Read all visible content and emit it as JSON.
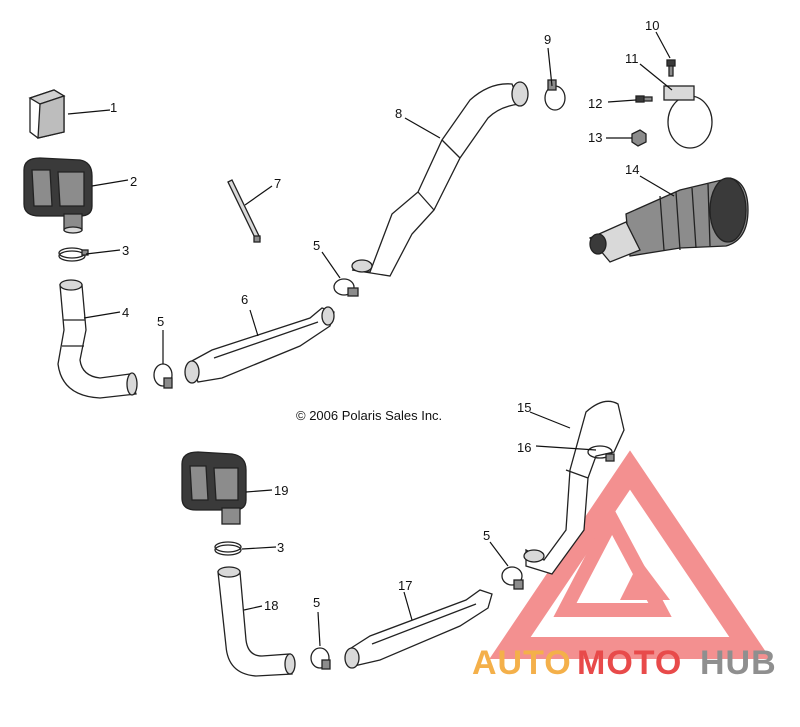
{
  "diagram": {
    "copyright": "© 2006 Polaris Sales Inc.",
    "callouts": [
      "1",
      "2",
      "3",
      "4",
      "5",
      "6",
      "7",
      "8",
      "9",
      "10",
      "11",
      "12",
      "13",
      "14",
      "5",
      "3",
      "15",
      "16",
      "17",
      "18",
      "19",
      "5",
      "5"
    ]
  },
  "watermark": {
    "part1": "AUTO",
    "part2": "MOTO",
    "part3": "HUB",
    "color_red": "#e84a4a",
    "color_orange": "#f4b04a",
    "color_gray": "#8f8f8f"
  }
}
